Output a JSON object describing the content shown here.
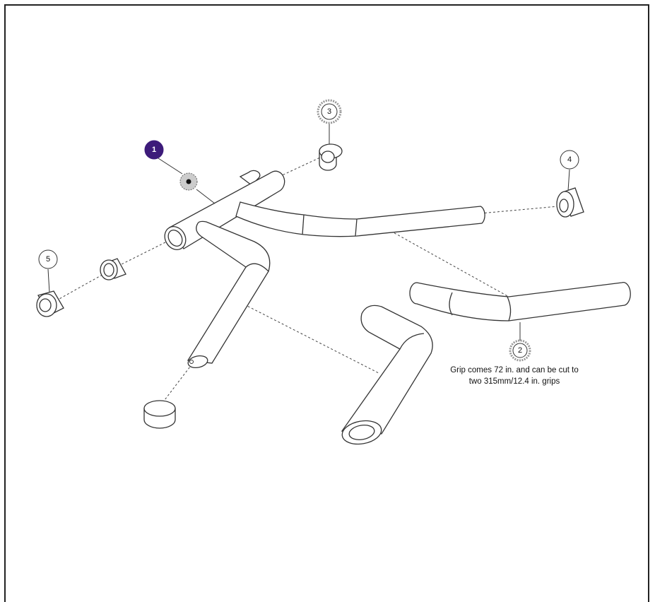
{
  "callouts": [
    {
      "id": "1",
      "style": "highlighted"
    },
    {
      "id": "2",
      "style": "dashed"
    },
    {
      "id": "3",
      "style": "dashed"
    },
    {
      "id": "4",
      "style": "plain"
    },
    {
      "id": "5",
      "style": "plain"
    }
  ],
  "note": {
    "line1": "Grip comes 72 in. and can be cut to",
    "line2": "two 315mm/12.4 in. grips"
  },
  "colors": {
    "highlight": "#3d1b7a",
    "line": "#333333",
    "shade": "#cccccc"
  }
}
